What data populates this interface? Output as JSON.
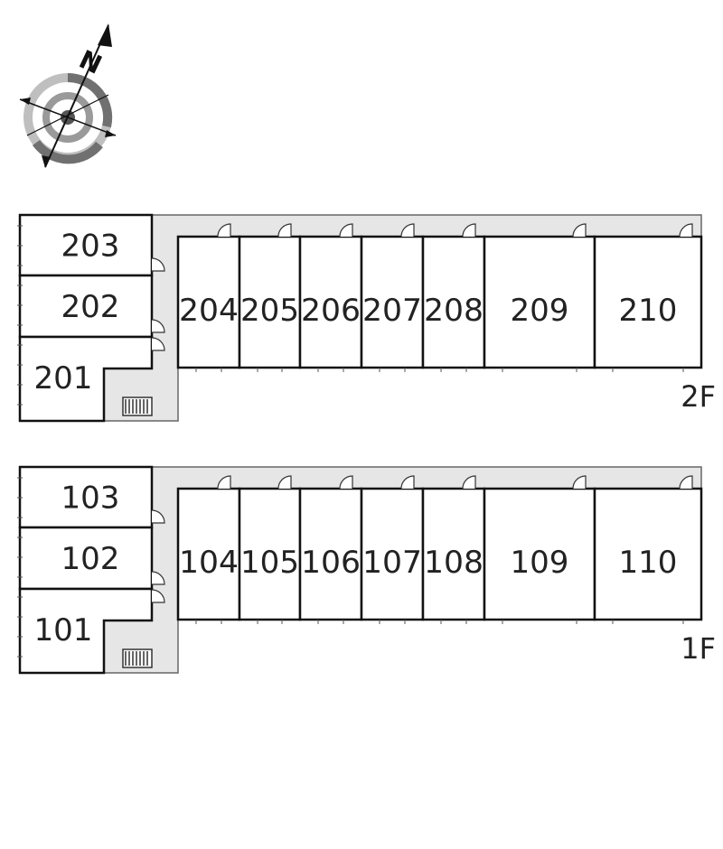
{
  "compass": {
    "letter": "N"
  },
  "floors": [
    {
      "label": "2F",
      "west_units": [
        "203",
        "202",
        "201"
      ],
      "row_units": [
        "204",
        "205",
        "206",
        "207",
        "208",
        "209",
        "210"
      ]
    },
    {
      "label": "1F",
      "west_units": [
        "103",
        "102",
        "101"
      ],
      "row_units": [
        "104",
        "105",
        "106",
        "107",
        "108",
        "109",
        "110"
      ]
    }
  ],
  "colors": {
    "corridor": "#e6e6e6",
    "wall": "#111111",
    "compass_dark": "#707070",
    "compass_light": "#bfbfbf"
  }
}
